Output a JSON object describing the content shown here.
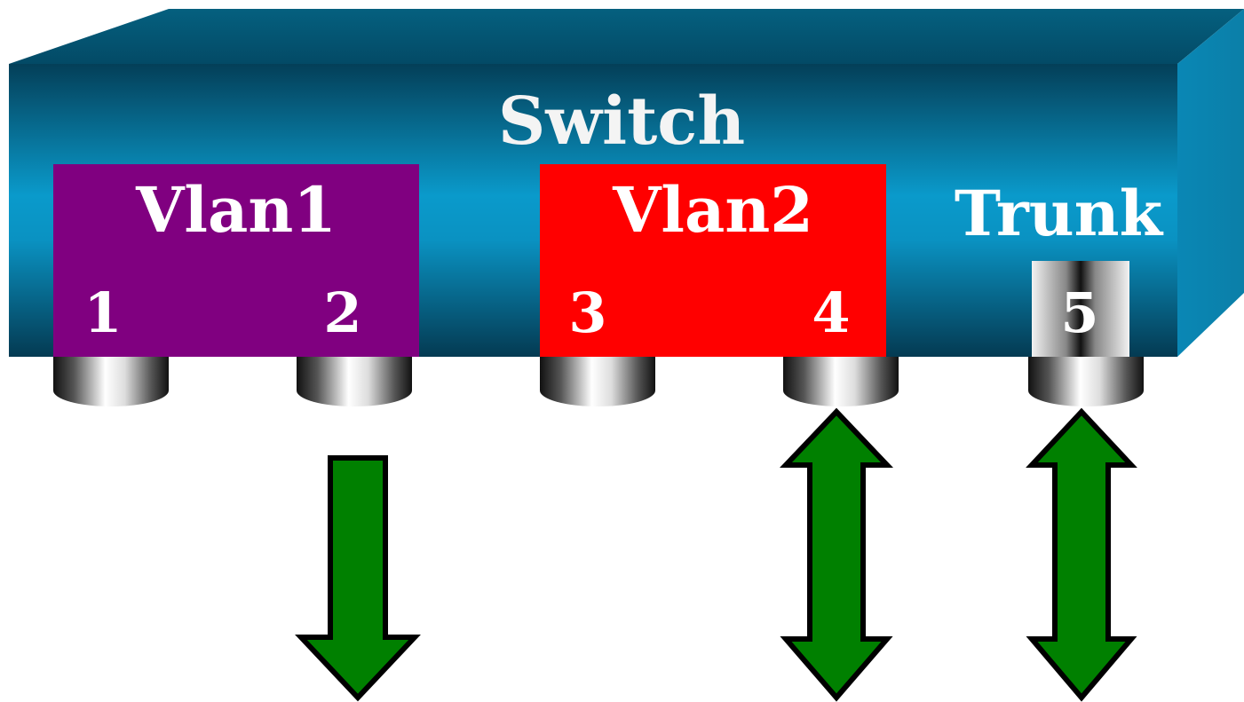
{
  "switch": {
    "title": "Switch",
    "colors": {
      "top_face": "#045a78",
      "front_face": "#0b8fbf",
      "side_face": "#0a86b4"
    }
  },
  "vlans": [
    {
      "name": "Vlan1",
      "color": "#800080",
      "ports": [
        "1",
        "2"
      ]
    },
    {
      "name": "Vlan2",
      "color": "#ff0000",
      "ports": [
        "3",
        "4"
      ]
    }
  ],
  "trunk": {
    "name": "Trunk",
    "ports": [
      "5"
    ]
  },
  "ports": [
    {
      "id": "1",
      "arrow": "none"
    },
    {
      "id": "2",
      "arrow": "down"
    },
    {
      "id": "3",
      "arrow": "none"
    },
    {
      "id": "4",
      "arrow": "bidirectional"
    },
    {
      "id": "5",
      "arrow": "bidirectional"
    }
  ],
  "arrow_color": "#008000"
}
